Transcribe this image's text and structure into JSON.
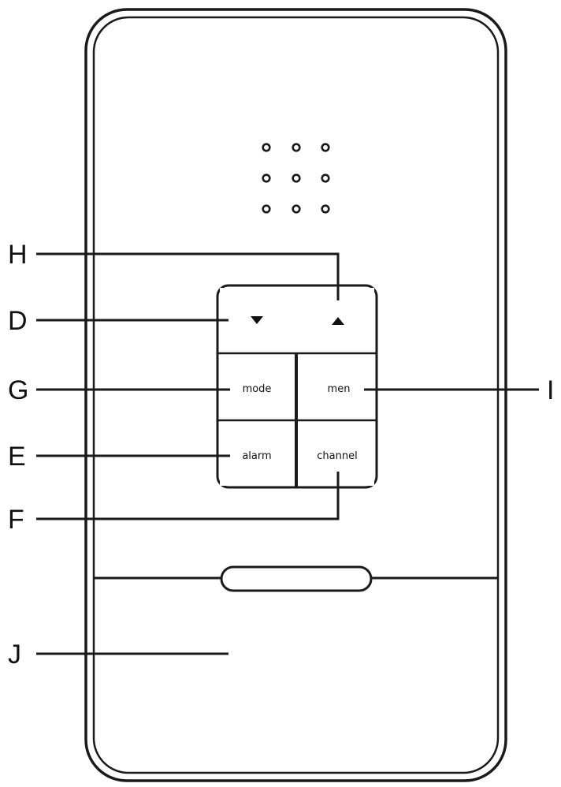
{
  "callouts": {
    "h": "H",
    "d": "D",
    "g": "G",
    "e": "E",
    "f": "F",
    "i": "I",
    "j": "J"
  },
  "buttons": {
    "mode": "mode",
    "mem": "men",
    "alarm": "alarm",
    "channel": "channel"
  },
  "icons": {
    "down": "triangle-down-icon",
    "up": "triangle-up-icon",
    "speaker": "speaker-grille"
  },
  "colors": {
    "line": "#1a1a1a",
    "background": "#ffffff"
  }
}
